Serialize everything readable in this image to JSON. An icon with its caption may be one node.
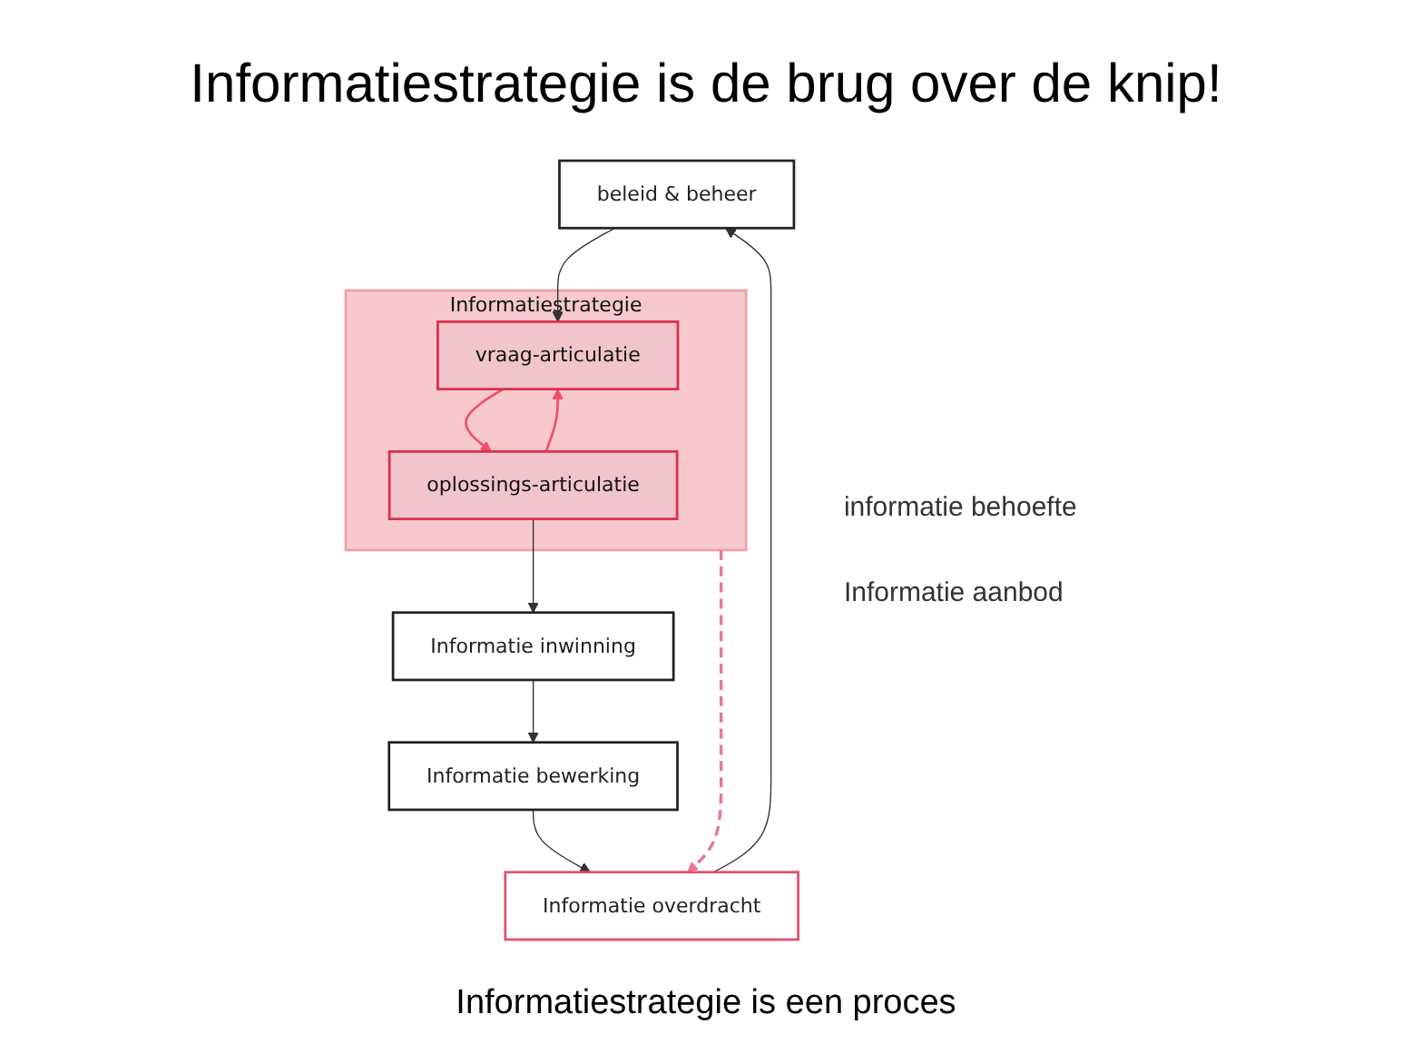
{
  "diagram": {
    "title": "Informatiestrategie is de brug over de knip!",
    "caption": "Informatiestrategie is een proces",
    "nodes": [
      {
        "text": [
          "beleid & beheer"
        ]
      },
      {
        "text": [
          "Informatie overdracht"
        ]
      },
      {
        "text": [
          "Informatiestrategie"
        ]
      },
      {
        "text": [
          "vraag-articulatie"
        ],
        "in": 2
      },
      {
        "text": [
          "Informatie bewerking"
        ]
      },
      {
        "text": [
          "oplossings-articulatie"
        ],
        "in": 2
      },
      {
        "text": [
          "Informatie inwinning"
        ]
      }
    ],
    "edges": [
      {
        "from": 1,
        "to": 0,
        "arrow": "to"
      },
      {
        "from": 0,
        "to": 3,
        "arrow": "to"
      },
      {
        "from": 3,
        "to": 5,
        "arrow": "to",
        "color": "#f0506a"
      },
      {
        "from": 5,
        "to": 3,
        "arrow": "to",
        "color": "#f0506a"
      },
      {
        "from": 5,
        "to": 6,
        "arrow": "to"
      },
      {
        "from": 6,
        "to": 4,
        "arrow": "to"
      },
      {
        "from": 4,
        "to": 1,
        "arrow": "to"
      },
      {
        "from": 2,
        "to": 1,
        "arrow": "to",
        "style": "dashed",
        "color": "#e87a8f"
      }
    ],
    "labels": [
      "informatie behoefte",
      "Informatie aanbod"
    ]
  }
}
